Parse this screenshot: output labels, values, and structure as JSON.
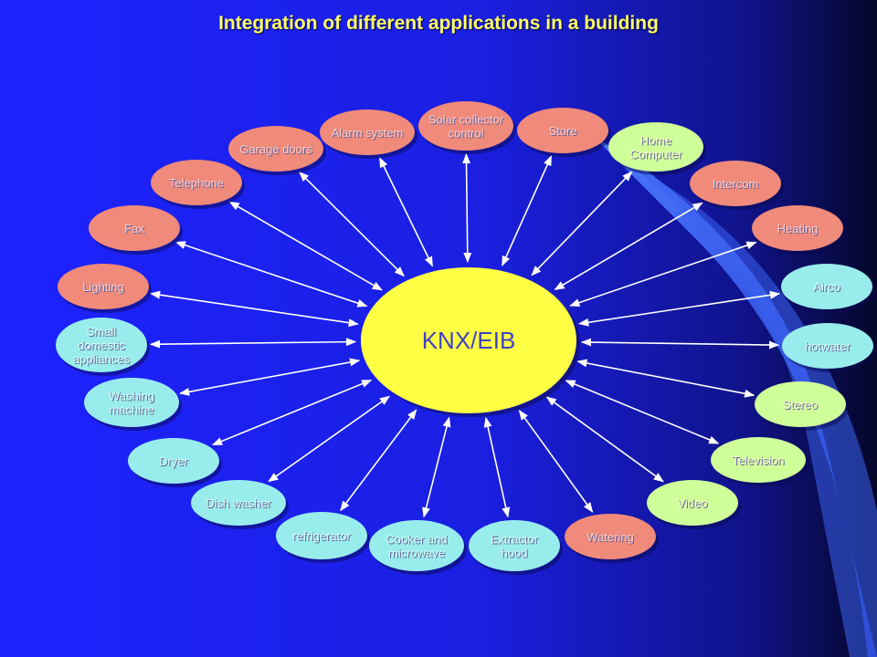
{
  "title": "Integration of different applications in a building",
  "center": {
    "label": "KNX/EIB",
    "color": "#ffff44"
  },
  "colors": {
    "salmon": "#f08a7a",
    "cyan": "#99ecec",
    "lightgreen": "#cfff99",
    "arrow": "#ffffff"
  },
  "nodes": [
    {
      "id": "telephone",
      "lines": [
        "Telephone"
      ],
      "color": "salmon"
    },
    {
      "id": "garage-doors",
      "lines": [
        "Garage doors"
      ],
      "color": "salmon"
    },
    {
      "id": "alarm-system",
      "lines": [
        "Alarm system"
      ],
      "color": "salmon"
    },
    {
      "id": "solar-collector-control",
      "lines": [
        "Solar collector",
        "control"
      ],
      "color": "salmon"
    },
    {
      "id": "store",
      "lines": [
        "Store"
      ],
      "color": "salmon"
    },
    {
      "id": "home-computer",
      "lines": [
        "Home",
        "Computer"
      ],
      "color": "lightgreen"
    },
    {
      "id": "intercom",
      "lines": [
        "Intercom"
      ],
      "color": "salmon"
    },
    {
      "id": "fax",
      "lines": [
        "Fax"
      ],
      "color": "salmon"
    },
    {
      "id": "heating",
      "lines": [
        "Heating"
      ],
      "color": "salmon"
    },
    {
      "id": "lighting",
      "lines": [
        "Lighting"
      ],
      "color": "salmon"
    },
    {
      "id": "airco",
      "lines": [
        "Airco"
      ],
      "color": "cyan"
    },
    {
      "id": "small-domestic-appliances",
      "lines": [
        "Small",
        "domestic",
        "appliances"
      ],
      "color": "cyan"
    },
    {
      "id": "hotwater",
      "lines": [
        "hotwater"
      ],
      "color": "cyan"
    },
    {
      "id": "washing-machine",
      "lines": [
        "Washing",
        "machine"
      ],
      "color": "cyan"
    },
    {
      "id": "stereo",
      "lines": [
        "Stereo"
      ],
      "color": "lightgreen"
    },
    {
      "id": "dryer",
      "lines": [
        "Dryer"
      ],
      "color": "cyan"
    },
    {
      "id": "television",
      "lines": [
        "Television"
      ],
      "color": "lightgreen"
    },
    {
      "id": "dish-washer",
      "lines": [
        "Dish washer"
      ],
      "color": "cyan"
    },
    {
      "id": "video",
      "lines": [
        "Video"
      ],
      "color": "lightgreen"
    },
    {
      "id": "refrigerator",
      "lines": [
        "refrigerator"
      ],
      "color": "cyan"
    },
    {
      "id": "cooker-and-microwave",
      "lines": [
        "Cooker and",
        "microwave"
      ],
      "color": "cyan"
    },
    {
      "id": "extractor-hood",
      "lines": [
        "Extractor",
        "hood"
      ],
      "color": "cyan"
    },
    {
      "id": "watering",
      "lines": [
        "Watering"
      ],
      "color": "salmon"
    }
  ]
}
